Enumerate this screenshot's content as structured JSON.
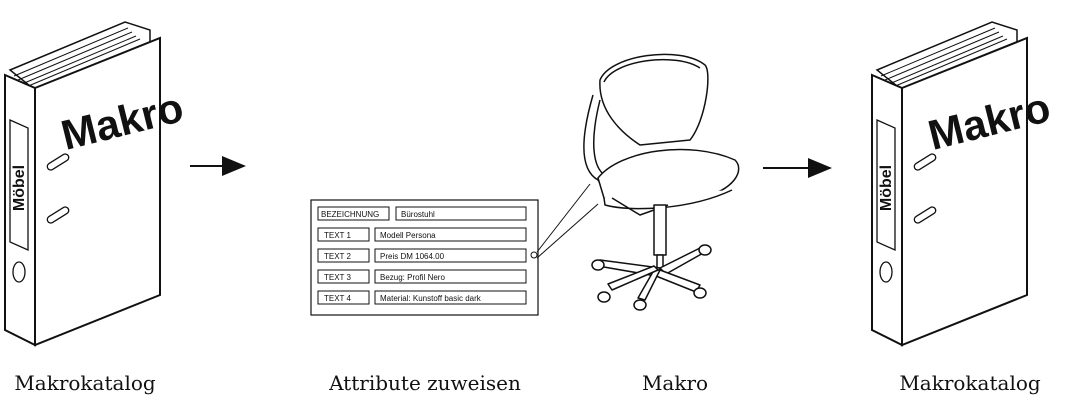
{
  "binder_left": {
    "title": "Makro",
    "spine_label": "Möbel"
  },
  "binder_right": {
    "title": "Makro",
    "spine_label": "Möbel"
  },
  "attributes": [
    {
      "key": "BEZEICHNUNG",
      "value": "Bürostuhl"
    },
    {
      "key": "TEXT 1",
      "value": "Modell Persona"
    },
    {
      "key": "TEXT 2",
      "value": "Preis DM 1064.00"
    },
    {
      "key": "TEXT 3",
      "value": "Bezug: Profil Nero"
    },
    {
      "key": "TEXT 4",
      "value": "Material: Kunstoff basic dark"
    }
  ],
  "captions": {
    "step1": "Makrokatalog",
    "step2": "Attribute zuweisen",
    "step3": "Makro",
    "step4": "Makrokatalog"
  },
  "icons": {
    "binder": "binder-icon",
    "chair": "office-chair-icon",
    "arrow": "arrow-right-icon"
  }
}
